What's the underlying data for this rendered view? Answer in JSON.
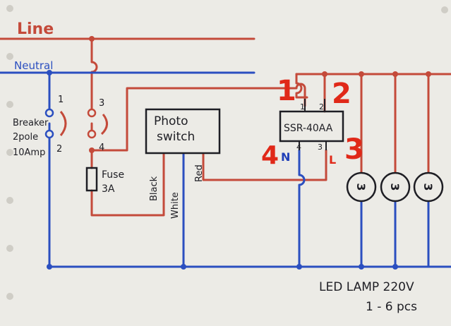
{
  "colors": {
    "line_wire": "#c44a3a",
    "neutral_wire": "#2b4fc0",
    "ink": "#1e1e24",
    "number_red": "#e02818",
    "number_blue": "#1f3fb8",
    "paper": "#ecebe6"
  },
  "labels": {
    "line": "Line",
    "neutral": "Neutral",
    "breaker_line1": "Breaker",
    "breaker_line2": "2pole",
    "breaker_line3": "10Amp",
    "breaker_pin1": "1",
    "breaker_pin2": "2",
    "breaker_pin3": "3",
    "breaker_pin4": "4",
    "fuse_line1": "Fuse",
    "fuse_line2": "3A",
    "photo_line1": "Photo",
    "photo_line2": "switch",
    "wire_black": "Black",
    "wire_white": "White",
    "wire_red": "Red",
    "ssr": "SSR-40AA",
    "ssr_pin1": "1",
    "ssr_pin2": "2",
    "ssr_pin3": "3",
    "ssr_pin4": "4",
    "big1": "1",
    "big2": "2",
    "big3": "3",
    "big4": "4",
    "letter_n": "N",
    "letter_l": "L",
    "lamp_caption1": "LED LAMP 220V",
    "lamp_caption2": "1 -  6 pcs"
  },
  "lamps": [
    {
      "symbol": "3"
    },
    {
      "symbol": "3"
    },
    {
      "symbol": "3"
    }
  ]
}
